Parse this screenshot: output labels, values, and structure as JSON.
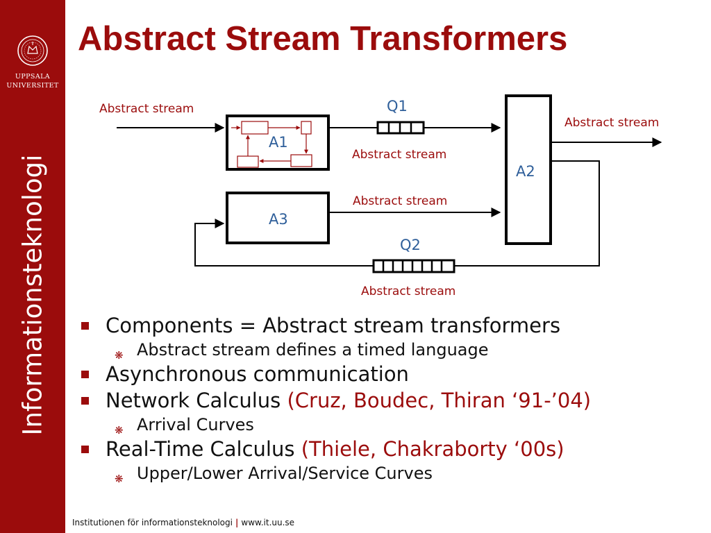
{
  "sidebar": {
    "university_line1": "UPPSALA",
    "university_line2": "UNIVERSITET",
    "vertical_text": "Informationsteknologi"
  },
  "title": "Abstract Stream Transformers",
  "diagram": {
    "blocks": {
      "a1": "A1",
      "a2": "A2",
      "a3": "A3"
    },
    "queues": {
      "q1": "Q1",
      "q2": "Q2"
    },
    "labels": {
      "input": "Abstract stream",
      "a1_to_q1": "Abstract stream",
      "a2_output": "Abstract stream",
      "a3_to_a2": "Abstract stream",
      "feedback": "Abstract stream"
    },
    "colors": {
      "accent": "#9b0c0c",
      "block_label": "#2f5f9a"
    }
  },
  "bullets": [
    {
      "text": "Components = Abstract stream transformers",
      "cite": "",
      "sub": [
        {
          "text": "Abstract stream defines a timed language"
        }
      ]
    },
    {
      "text": "Asynchronous communication",
      "cite": "",
      "sub": []
    },
    {
      "text": "Network Calculus ",
      "cite": "(Cruz, Boudec, Thiran ‘91-’04)",
      "sub": [
        {
          "text": "Arrival Curves"
        }
      ]
    },
    {
      "text": "Real-Time Calculus ",
      "cite": "(Thiele, Chakraborty ‘00s)",
      "sub": [
        {
          "text": "Upper/Lower Arrival/Service Curves"
        }
      ]
    }
  ],
  "footer": {
    "institution": "Institutionen för informationsteknologi",
    "separator": "|",
    "url": "www.it.uu.se"
  }
}
